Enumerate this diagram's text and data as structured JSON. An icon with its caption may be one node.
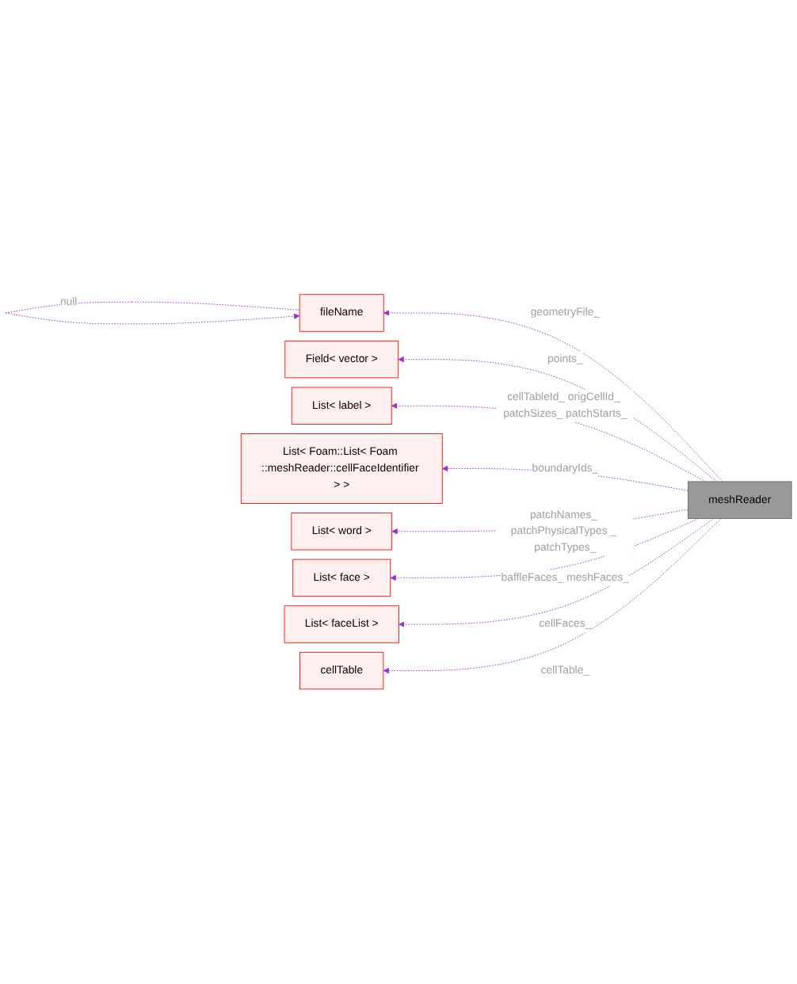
{
  "diagram": {
    "nodes": [
      {
        "text": [
          "fileName"
        ]
      },
      {
        "text": [
          "Field< vector >"
        ]
      },
      {
        "text": [
          "List< label >"
        ]
      },
      {
        "text": [
          "List< Foam::List< Foam ::meshReader::cellFaceIdentifier > >"
        ]
      },
      {
        "text": [
          "List< word >"
        ]
      },
      {
        "text": [
          "List< face >"
        ]
      },
      {
        "text": [
          "List< faceList >"
        ]
      },
      {
        "text": [
          "cellTable"
        ]
      },
      {
        "text": [
          "meshReader"
        ]
      }
    ],
    "edges": [
      {
        "from": 0,
        "to": 0,
        "arrow": "to",
        "style": "dashed",
        "label": "null"
      },
      {
        "from": 8,
        "to": 0,
        "arrow": "to",
        "style": "dashed",
        "label": "geometryFile_"
      },
      {
        "from": 8,
        "to": 1,
        "arrow": "to",
        "style": "dashed",
        "label": "points_"
      },
      {
        "from": 8,
        "to": 2,
        "arrow": "to",
        "style": "dashed",
        "label": "cellTableId_ origCellId_ patchSizes_ patchStarts_"
      },
      {
        "from": 8,
        "to": 3,
        "arrow": "to",
        "style": "dashed",
        "label": "boundaryIds_"
      },
      {
        "from": 8,
        "to": 4,
        "arrow": "to",
        "style": "dashed",
        "label": "patchNames_ patchPhysicalTypes _ patchTypes_"
      },
      {
        "from": 8,
        "to": 5,
        "arrow": "to",
        "style": "dashed",
        "label": "baffleFaces_ meshFaces_"
      },
      {
        "from": 8,
        "to": 6,
        "arrow": "to",
        "style": "dashed",
        "label": "cellFaces_"
      },
      {
        "from": 8,
        "to": 7,
        "arrow": "to",
        "style": "dashed",
        "label": "cellTable_"
      }
    ]
  }
}
